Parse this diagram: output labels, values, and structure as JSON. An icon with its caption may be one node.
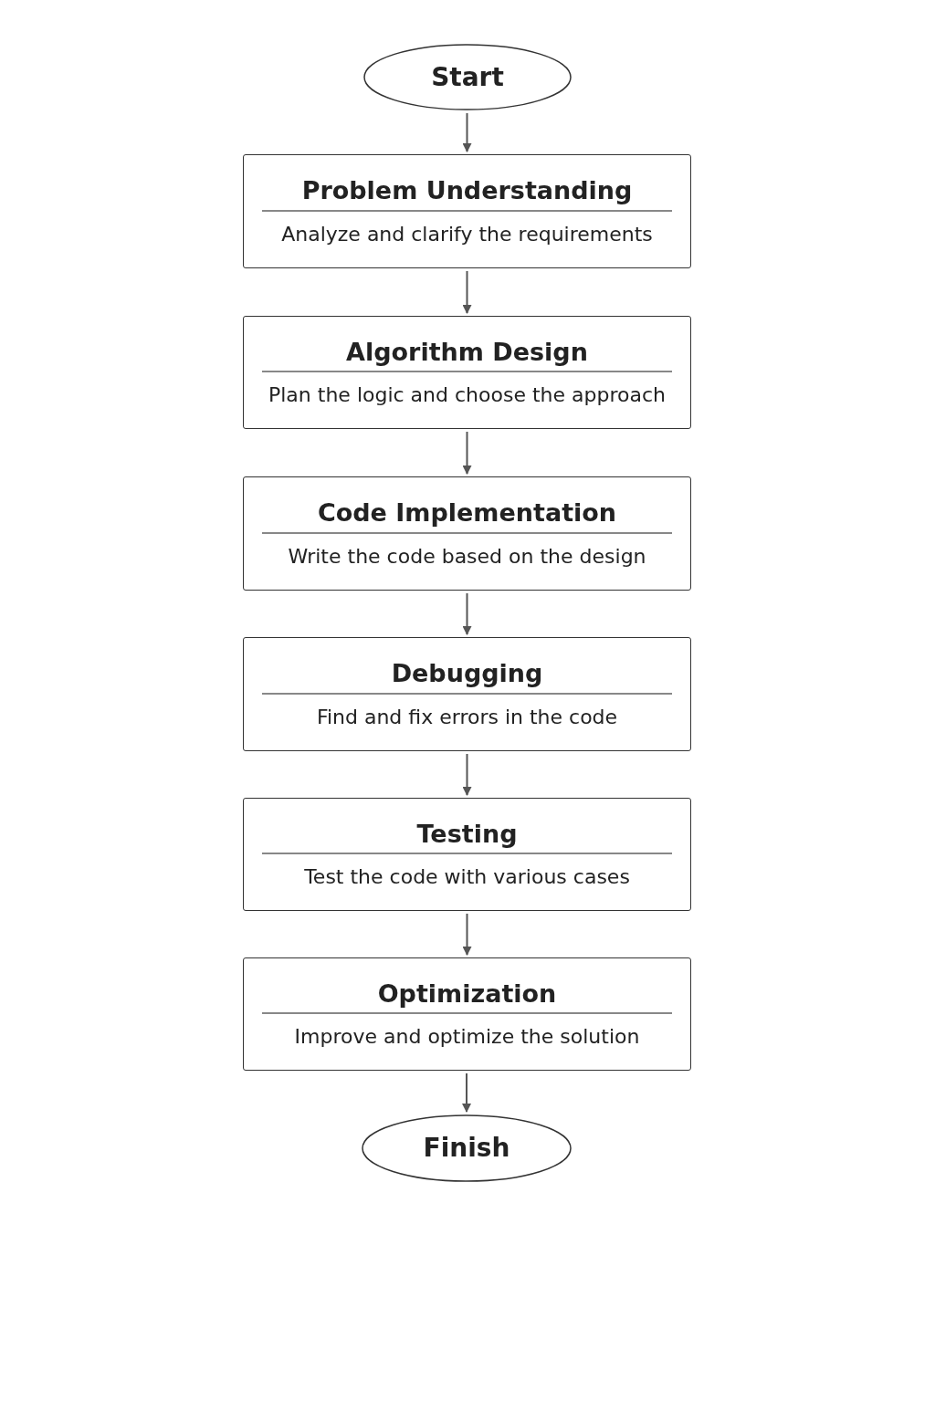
{
  "diagram": {
    "nodes": [
      {
        "text": [
          "Start"
        ]
      },
      {
        "text": [
          "Problem Understanding",
          "Analyze and clarify the requirements"
        ]
      },
      {
        "text": [
          "Algorithm Design",
          "Plan the logic and choose the approach"
        ]
      },
      {
        "text": [
          "Code Implementation",
          "Write the code based on the design"
        ]
      },
      {
        "text": [
          "Debugging",
          "Find and fix errors in the code"
        ]
      },
      {
        "text": [
          "Testing",
          "Test the code with various cases"
        ]
      },
      {
        "text": [
          "Optimization",
          "Improve and optimize the solution"
        ]
      },
      {
        "text": [
          "Finish"
        ]
      }
    ],
    "edges": [
      {
        "from": 0,
        "to": 1,
        "arrow": "to"
      },
      {
        "from": 1,
        "to": 2,
        "arrow": "to"
      },
      {
        "from": 2,
        "to": 3,
        "arrow": "to"
      },
      {
        "from": 3,
        "to": 4,
        "arrow": "to"
      },
      {
        "from": 4,
        "to": 5,
        "arrow": "to"
      },
      {
        "from": 5,
        "to": 6,
        "arrow": "to"
      },
      {
        "from": 6,
        "to": 7,
        "arrow": "to"
      }
    ]
  }
}
